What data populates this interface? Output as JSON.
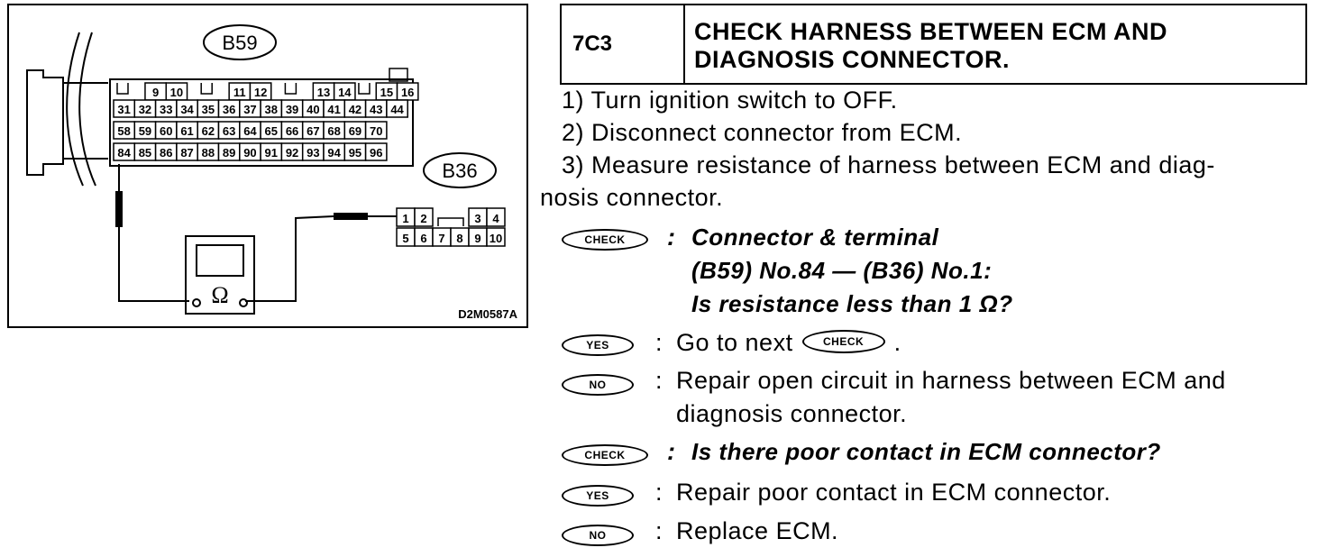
{
  "diagram": {
    "connector_left": "B59",
    "connector_right": "B36",
    "figure_id": "D2M0587A",
    "meter_symbol": "Ω",
    "b59_row1": [
      "9",
      "10",
      "11",
      "12",
      "13",
      "14",
      "15",
      "16"
    ],
    "b59_row2": [
      "31",
      "32",
      "33",
      "34",
      "35",
      "36",
      "37",
      "38",
      "39",
      "40",
      "41",
      "42",
      "43",
      "44"
    ],
    "b59_row3": [
      "58",
      "59",
      "60",
      "61",
      "62",
      "63",
      "64",
      "65",
      "66",
      "67",
      "68",
      "69",
      "70"
    ],
    "b59_row4": [
      "84",
      "85",
      "86",
      "87",
      "88",
      "89",
      "90",
      "91",
      "92",
      "93",
      "94",
      "95",
      "96"
    ],
    "b36_row1": [
      "1",
      "2",
      "3",
      "4"
    ],
    "b36_row2": [
      "5",
      "6",
      "7",
      "8",
      "9",
      "10"
    ]
  },
  "header": {
    "code": "7C3",
    "title_line1": "CHECK HARNESS BETWEEN ECM AND",
    "title_line2": "DIAGNOSIS CONNECTOR."
  },
  "steps": {
    "s1": "1)  Turn ignition switch to OFF.",
    "s2": "2)  Disconnect connector from ECM.",
    "s3a": "3)  Measure resistance of harness between ECM and diag-",
    "s3b": "nosis connector."
  },
  "badges": {
    "check": "CHECK",
    "yes": "YES",
    "no": "NO"
  },
  "colon": ":",
  "check1": {
    "line1": "Connector & terminal",
    "line2": "(B59) No.84 — (B36) No.1:",
    "line3": "Is resistance less than 1 Ω?"
  },
  "yes1": {
    "prefix": "Go to next",
    "suffix": "."
  },
  "no1": {
    "line1": "Repair open circuit in harness between ECM and",
    "line2": "diagnosis connector."
  },
  "check2": "Is there poor contact in ECM connector?",
  "yes2": "Repair poor contact in ECM connector.",
  "no2": "Replace ECM."
}
